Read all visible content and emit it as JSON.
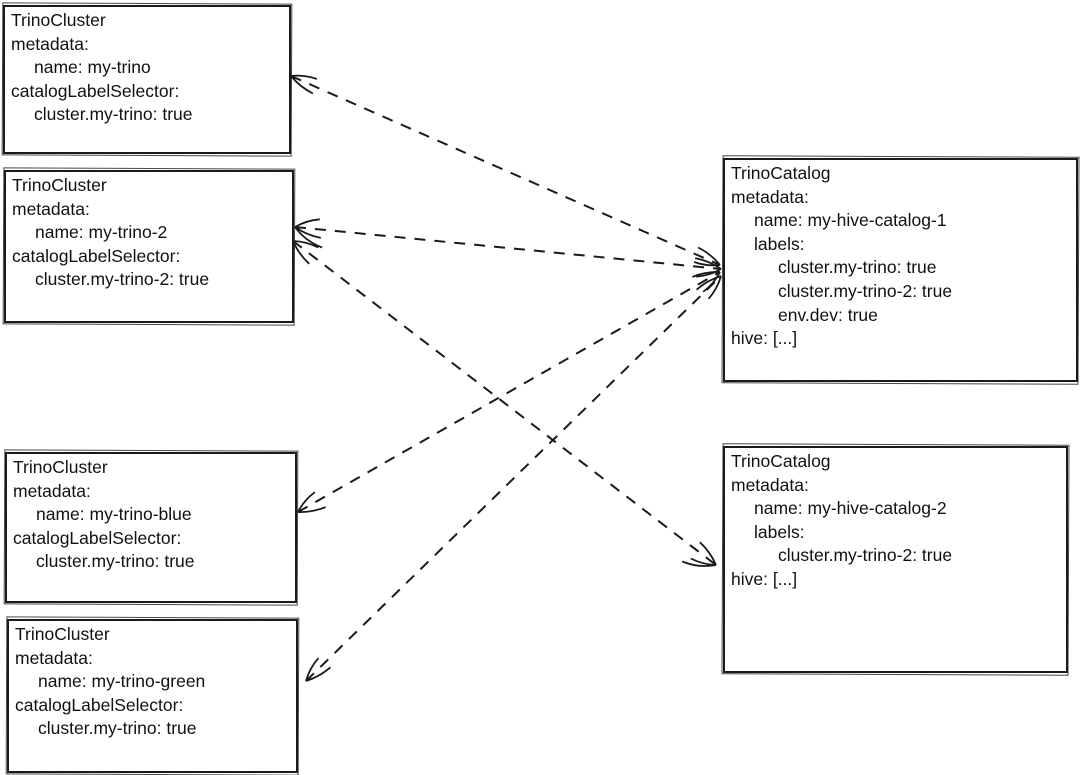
{
  "colors": {
    "background": "#ffffff",
    "stroke": "#1a1a1a",
    "text": "#111111"
  },
  "boxes": [
    {
      "id": "my-trino",
      "kind": "TrinoCluster",
      "lines": [
        {
          "text": "TrinoCluster",
          "indent": 0
        },
        {
          "text": "metadata:",
          "indent": 0
        },
        {
          "text": "name: my-trino",
          "indent": 1
        },
        {
          "text": "catalogLabelSelector:",
          "indent": 0
        },
        {
          "text": "cluster.my-trino: true",
          "indent": 1
        }
      ]
    },
    {
      "id": "my-trino-2",
      "kind": "TrinoCluster",
      "lines": [
        {
          "text": "TrinoCluster",
          "indent": 0
        },
        {
          "text": "metadata:",
          "indent": 0
        },
        {
          "text": "name: my-trino-2",
          "indent": 1
        },
        {
          "text": "catalogLabelSelector:",
          "indent": 0
        },
        {
          "text": "cluster.my-trino-2: true",
          "indent": 1
        }
      ]
    },
    {
      "id": "my-trino-blue",
      "kind": "TrinoCluster",
      "lines": [
        {
          "text": "TrinoCluster",
          "indent": 0
        },
        {
          "text": "metadata:",
          "indent": 0
        },
        {
          "text": "name: my-trino-blue",
          "indent": 1
        },
        {
          "text": "catalogLabelSelector:",
          "indent": 0
        },
        {
          "text": "cluster.my-trino: true",
          "indent": 1
        }
      ]
    },
    {
      "id": "my-trino-green",
      "kind": "TrinoCluster",
      "lines": [
        {
          "text": "TrinoCluster",
          "indent": 0
        },
        {
          "text": "metadata:",
          "indent": 0
        },
        {
          "text": "name: my-trino-green",
          "indent": 1
        },
        {
          "text": "catalogLabelSelector:",
          "indent": 0
        },
        {
          "text": "cluster.my-trino: true",
          "indent": 1
        }
      ]
    },
    {
      "id": "my-hive-catalog-1",
      "kind": "TrinoCatalog",
      "lines": [
        {
          "text": "TrinoCatalog",
          "indent": 0
        },
        {
          "text": "metadata:",
          "indent": 0
        },
        {
          "text": "name: my-hive-catalog-1",
          "indent": 1
        },
        {
          "text": "labels:",
          "indent": 1
        },
        {
          "text": "cluster.my-trino: true",
          "indent": 2
        },
        {
          "text": "cluster.my-trino-2: true",
          "indent": 2
        },
        {
          "text": "env.dev: true",
          "indent": 2
        },
        {
          "text": "hive: [...]",
          "indent": 0
        }
      ]
    },
    {
      "id": "my-hive-catalog-2",
      "kind": "TrinoCatalog",
      "lines": [
        {
          "text": "TrinoCatalog",
          "indent": 0
        },
        {
          "text": "metadata:",
          "indent": 0
        },
        {
          "text": "name: my-hive-catalog-2",
          "indent": 1
        },
        {
          "text": "labels:",
          "indent": 1
        },
        {
          "text": "cluster.my-trino-2: true",
          "indent": 2
        },
        {
          "text": "hive: [...]",
          "indent": 0
        }
      ]
    }
  ],
  "connections": [
    {
      "from": "my-trino",
      "to": "my-hive-catalog-1",
      "style": "dashed",
      "arrowheads": "both"
    },
    {
      "from": "my-trino-2",
      "to": "my-hive-catalog-1",
      "style": "dashed",
      "arrowheads": "both"
    },
    {
      "from": "my-trino-blue",
      "to": "my-hive-catalog-1",
      "style": "dashed",
      "arrowheads": "both"
    },
    {
      "from": "my-trino-green",
      "to": "my-hive-catalog-1",
      "style": "dashed",
      "arrowheads": "both"
    },
    {
      "from": "my-trino-2",
      "to": "my-hive-catalog-2",
      "style": "dashed",
      "arrowheads": "both"
    }
  ]
}
